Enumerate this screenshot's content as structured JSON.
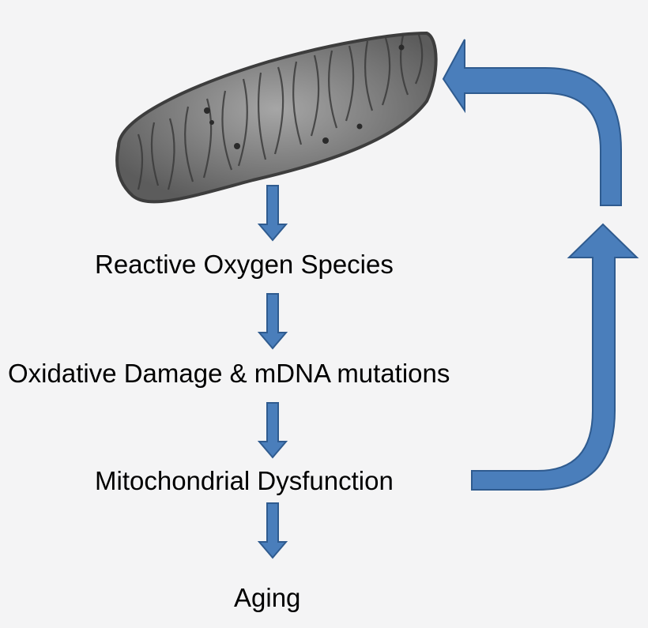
{
  "diagram": {
    "nodes": [
      {
        "id": "mitochondrion",
        "label": "",
        "kind": "image"
      },
      {
        "id": "ros",
        "label": "Reactive Oxygen Species"
      },
      {
        "id": "damage",
        "label": "Oxidative Damage & mDNA mutations"
      },
      {
        "id": "dysfunction",
        "label": "Mitochondrial Dysfunction"
      },
      {
        "id": "aging",
        "label": "Aging"
      }
    ],
    "edges": [
      {
        "from": "mitochondrion",
        "to": "ros"
      },
      {
        "from": "ros",
        "to": "damage"
      },
      {
        "from": "damage",
        "to": "dysfunction"
      },
      {
        "from": "dysfunction",
        "to": "aging"
      },
      {
        "from": "dysfunction",
        "to": "mitochondrion",
        "style": "feedback-loop"
      }
    ],
    "colors": {
      "background": "#f4f4f5",
      "arrow_fill": "#4a7ebb",
      "arrow_stroke": "#2f5b8f",
      "text": "#000000",
      "mitochondrion_fill": "#8c8c8c"
    }
  }
}
